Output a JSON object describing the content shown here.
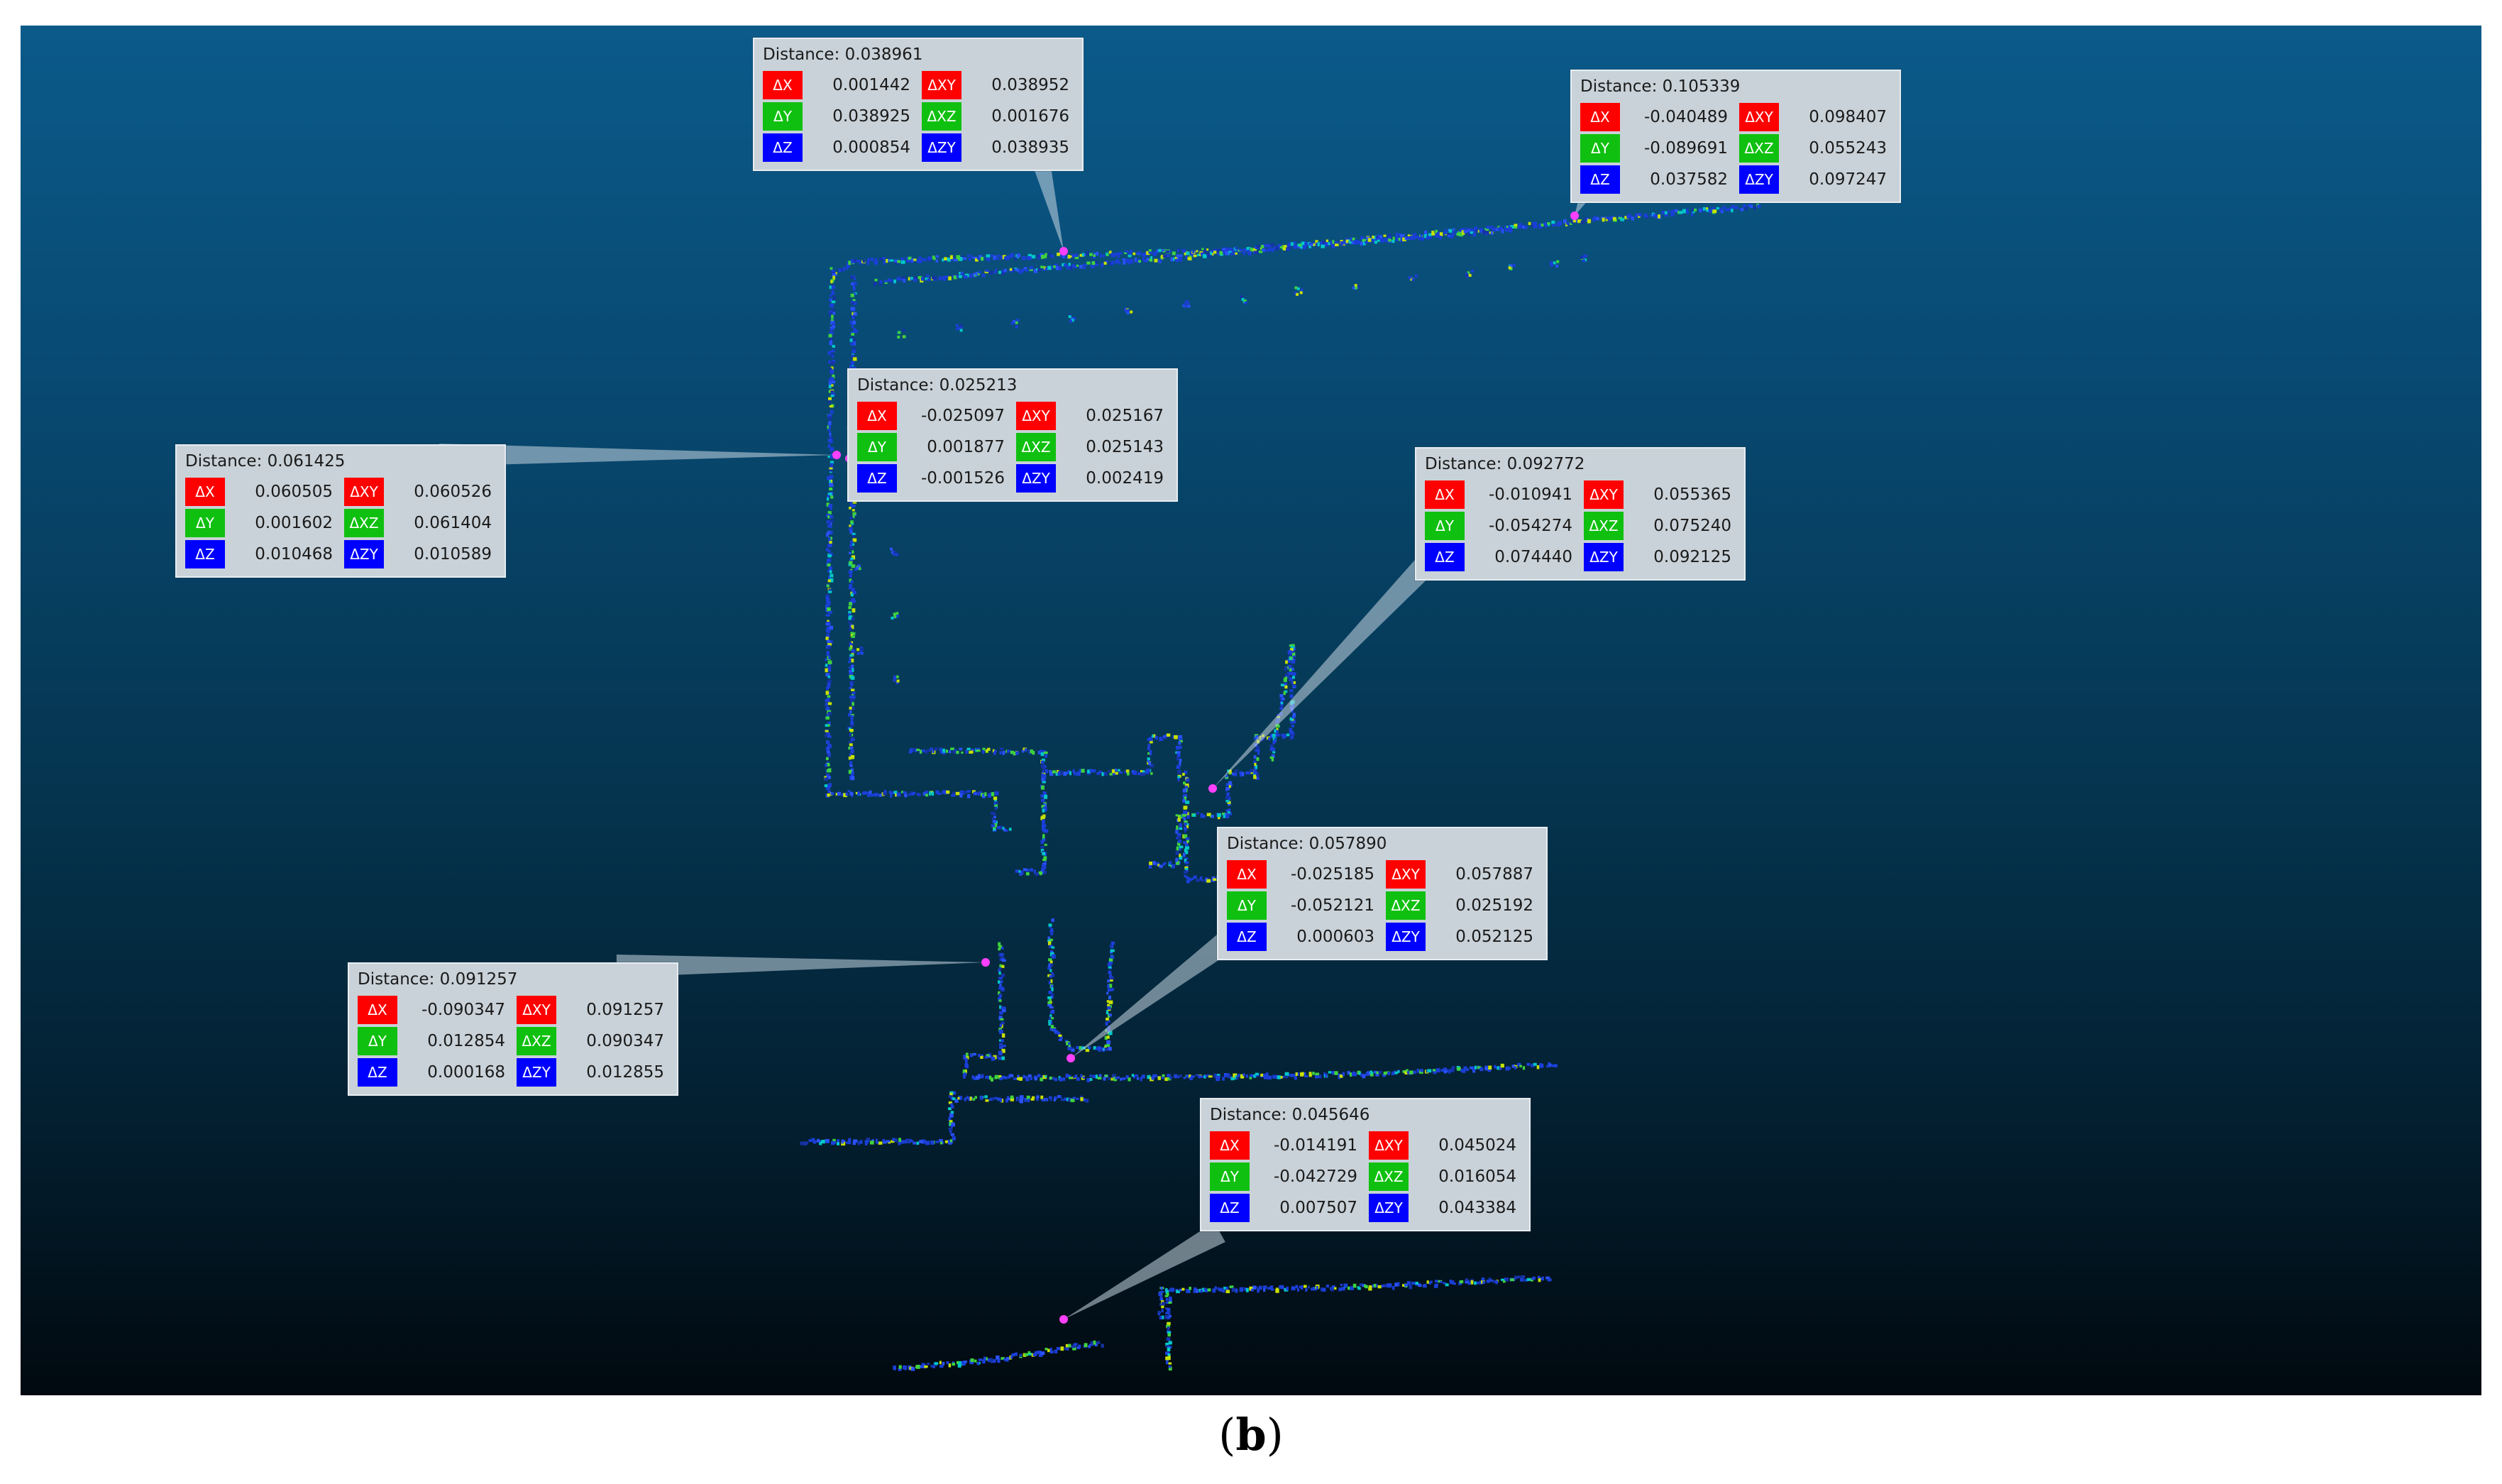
{
  "caption": {
    "open": "(",
    "letter": "b",
    "close": ")"
  },
  "tag_labels": {
    "dx": "ΔX",
    "dy": "ΔY",
    "dz": "ΔZ",
    "dxy": "ΔXY",
    "dxz": "ΔXZ",
    "dzy": "ΔZY"
  },
  "colors": {
    "x_tag": "#ff0000",
    "y_tag": "#10c010",
    "z_tag": "#0000ff",
    "label_bg": "#c9d2d8"
  },
  "measurements": [
    {
      "title": "Distance: 0.038961",
      "dx": "0.001442",
      "dy": "0.038925",
      "dz": "0.000854",
      "dxy": "0.038952",
      "dxz": "0.001676",
      "dzy": "0.038935"
    },
    {
      "title": "Distance: 0.105339",
      "dx": "-0.040489",
      "dy": "-0.089691",
      "dz": "0.037582",
      "dxy": "0.098407",
      "dxz": "0.055243",
      "dzy": "0.097247"
    },
    {
      "title": "Distance: 0.025213",
      "dx": "-0.025097",
      "dy": "0.001877",
      "dz": "-0.001526",
      "dxy": "0.025167",
      "dxz": "0.025143",
      "dzy": "0.002419"
    },
    {
      "title": "Distance: 0.061425",
      "dx": "0.060505",
      "dy": "0.001602",
      "dz": "0.010468",
      "dxy": "0.060526",
      "dxz": "0.061404",
      "dzy": "0.010589"
    },
    {
      "title": "Distance: 0.092772",
      "dx": "-0.010941",
      "dy": "-0.054274",
      "dz": "0.074440",
      "dxy": "0.055365",
      "dxz": "0.075240",
      "dzy": "0.092125"
    },
    {
      "title": "Distance: 0.057890",
      "dx": "-0.025185",
      "dy": "-0.052121",
      "dz": "0.000603",
      "dxy": "0.057887",
      "dxz": "0.025192",
      "dzy": "0.052125"
    },
    {
      "title": "Distance: 0.091257",
      "dx": "-0.090347",
      "dy": "0.012854",
      "dz": "0.000168",
      "dxy": "0.091257",
      "dxz": "0.090347",
      "dzy": "0.012855"
    },
    {
      "title": "Distance: 0.045646",
      "dx": "-0.014191",
      "dy": "-0.042729",
      "dz": "0.007507",
      "dxy": "0.045024",
      "dxz": "0.016054",
      "dzy": "0.043384"
    }
  ]
}
